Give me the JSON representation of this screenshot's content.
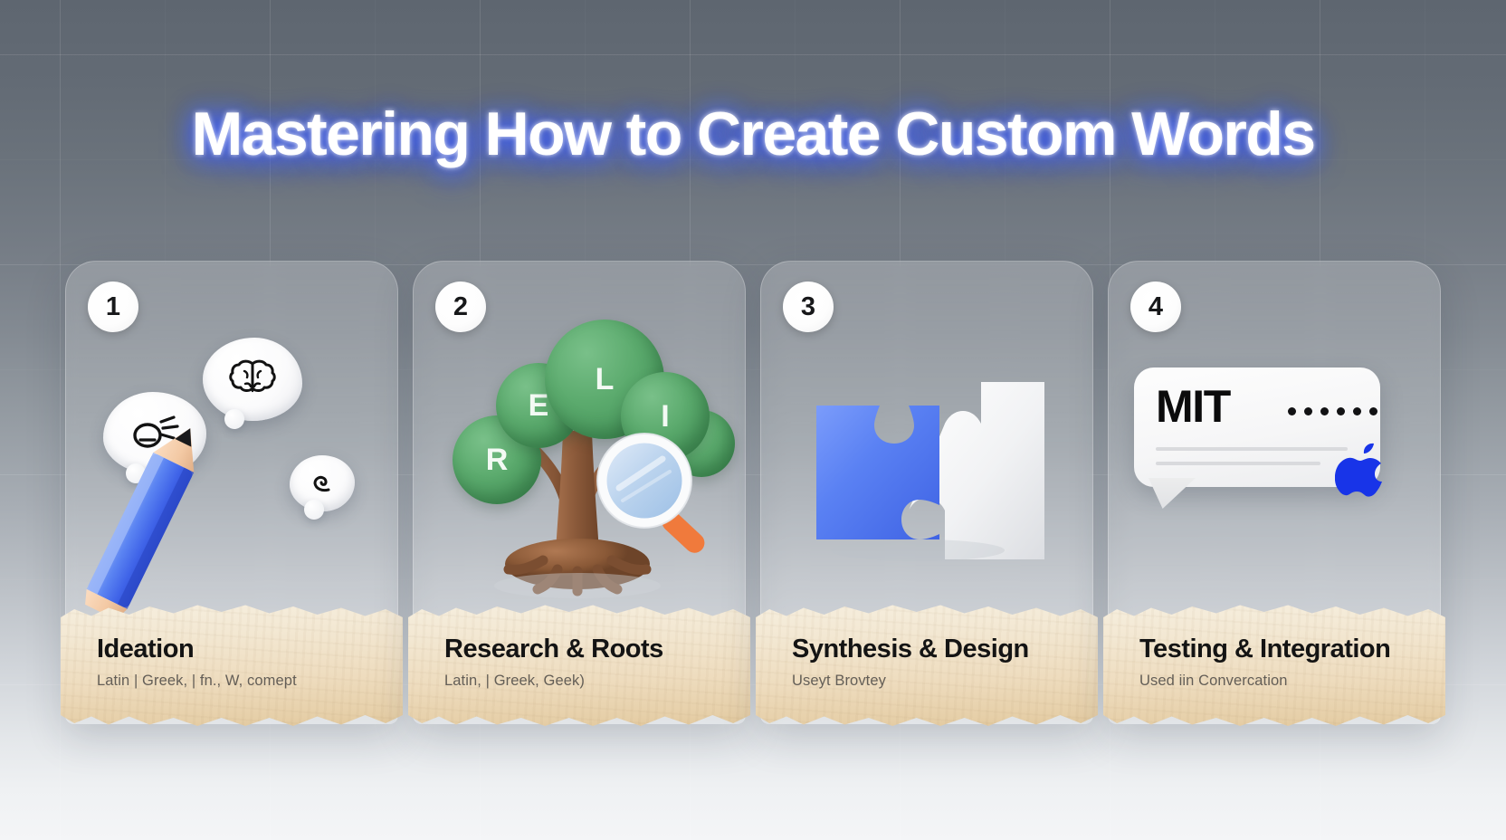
{
  "header": {
    "title": "Mastering How to Create Custom Words",
    "title_glow_color": "#3f63f5",
    "title_text_color": "#ffffff"
  },
  "background": {
    "top_color": "#5e6670",
    "bottom_color": "#f4f5f7",
    "grid": "on"
  },
  "cards": [
    {
      "number": "1",
      "title": "Ideation",
      "subtitle": "Latin | Greek, | fn., W, comept",
      "art": "pencil-and-thought-bubbles",
      "icons": [
        "lightbulb-icon",
        "brain-icon",
        "spiral-icon",
        "pencil-icon"
      ],
      "accent": "#4169e8"
    },
    {
      "number": "2",
      "title": "Research & Roots",
      "subtitle": "Latin, | Greek, Geek)",
      "art": "letter-tree-with-magnifier",
      "leaf_letters": [
        "R",
        "E",
        "L",
        "I"
      ],
      "icons": [
        "tree-icon",
        "magnifier-icon"
      ],
      "accent": "#4fa368"
    },
    {
      "number": "3",
      "title": "Synthesis & Design",
      "subtitle": "Useyt Brovtey",
      "art": "interlocking-puzzle-pieces",
      "icons": [
        "puzzle-piece-icon"
      ],
      "accent": "#4d7df0"
    },
    {
      "number": "4",
      "title": "Testing & Integration",
      "subtitle": "Used iin Convercation",
      "art": "speech-bubble-with-brand",
      "bubble_word": "MIT",
      "icons": [
        "speech-bubble-icon",
        "apple-logo-icon"
      ],
      "accent": "#1834e8"
    }
  ]
}
